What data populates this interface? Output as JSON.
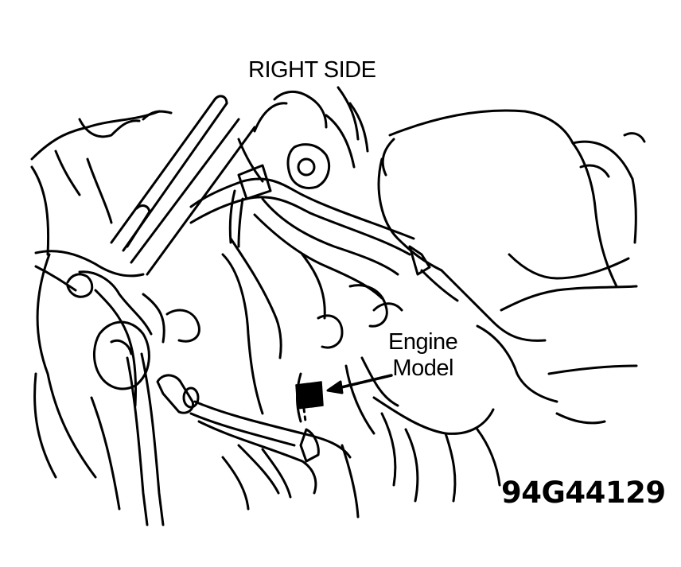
{
  "diagram": {
    "title": "RIGHT SIDE",
    "callout": {
      "line1": "Engine",
      "line2": "Model"
    },
    "figure_id": "94G44129"
  },
  "colors": {
    "ink": "#000000",
    "paper": "#ffffff"
  },
  "icons": {
    "engine-model-tag": "black-rectangular-tag",
    "callout-arrow": "arrow-left"
  }
}
